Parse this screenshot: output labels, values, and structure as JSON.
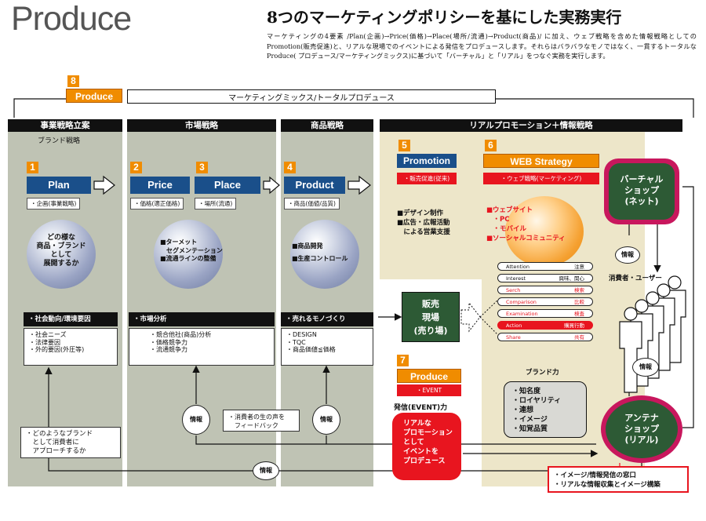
{
  "header": {
    "title": "Produce",
    "headline": "8つのマーケティングポリシーを基にした実務実行",
    "intro": "マーケティングの4要素 /Plan(企画)→Price(価格)→Place(場所/流通)→Product(商品)/ に加え、ウェブ戦略を含めた情報戦略としての Promotion(販売促進)と、リアルな現場でのイベントによる発信をプロデュースします。それらはバラバラなモノではなく、一貫するトータルな Produce( プロデュース/マーケティングミックス)に基づいて「バーチャル」と「リアル」をつなぐ実務を実行します。"
  },
  "produce_bar": {
    "number": "8",
    "label": "Produce",
    "text": "マーケティングミックス/トータルプロデュース"
  },
  "columns": {
    "business": "事業戦略立案",
    "market": "市場戦略",
    "product": "商品戦略",
    "promotion": "リアルプロモーション＋情報戦略"
  },
  "brand_strategy": "ブランド戦略",
  "steps": [
    {
      "number": "1",
      "label": "Plan",
      "tag": "・企画(事業戦略)"
    },
    {
      "number": "2",
      "label": "Price",
      "tag": "・価格(適正価格)"
    },
    {
      "number": "3",
      "label": "Place",
      "tag": "・場所(流通)"
    },
    {
      "number": "4",
      "label": "Product",
      "tag": "・商品(価値/品質)"
    }
  ],
  "spheres": {
    "plan": "どの様な\n商品・ブランド\nとして\n展開するか",
    "market": "■ターメット\n　セグメンテーション\n■流通ラインの整備",
    "product": "■商品開発\n■生産コントロール"
  },
  "analysis": [
    {
      "head": "・社会動向/環境要因",
      "body": "・社会ニーズ\n・法律要因\n・外的要因(外圧等)"
    },
    {
      "head": "・市場分析",
      "body": "・競合他社(商品)分析\n・価格競争力\n・流通競争力"
    },
    {
      "head": "・売れるモノづくり",
      "body": "・DESIGN\n・TQC\n・商品価値≦価格"
    }
  ],
  "promotion": {
    "number": "5",
    "label": "Promotion",
    "tag": "・販売促進(従来)",
    "text": "■デザイン制作\n■広告・広報活動\n　による営業支援"
  },
  "web": {
    "number": "6",
    "label": "WEB Strategy",
    "tag": "・ウェブ戦略(マーケティング)",
    "text": "■ウェブサイト\n　・PC\n　・モバイル\n■ソーシャルコミュニティ"
  },
  "aisas": [
    {
      "en": "Attention",
      "ja": "注意",
      "highlight": false
    },
    {
      "en": "Interest",
      "ja": "興味、関心",
      "highlight": false
    },
    {
      "en": "Serch",
      "ja": "検索",
      "highlight": false
    },
    {
      "en": "Comparison",
      "ja": "比較",
      "highlight": false
    },
    {
      "en": "Examination",
      "ja": "検査",
      "highlight": false
    },
    {
      "en": "Action",
      "ja": "購買行動",
      "highlight": true
    },
    {
      "en": "Share",
      "ja": "共有",
      "highlight": false
    }
  ],
  "sales_floor": "販売\n現場\n(売り場)",
  "event": {
    "number": "7",
    "label": "Produce",
    "tag": "・EVENT",
    "caption": "発信(EVENT)力",
    "text": "リアルな\nプロモーション\nとして\nイベントを\nプロデュース"
  },
  "brand_power": {
    "title": "ブランド力",
    "items": "・知名度\n・ロイヤリティ\n・連想\n・イメージ\n・知覚品質"
  },
  "virtual_shop": "バーチャル\nショップ\n(ネット)",
  "antenna_shop": "アンテナ\nショップ\n(リアル)",
  "consumers": "消費者・ユーザー",
  "info_label": "情報",
  "feedback": "・消費者の生の声を\n　フィードバック",
  "brand_approach": "・どのようなブランド\n　として消費者に\n　アプローチするか",
  "window": "・イメージ/情報発信の窓口\n・リアルな情報収集とイメージ構築",
  "colors": {
    "orange": "#f08c00",
    "blue": "#1a4f8a",
    "red": "#e8151f",
    "green": "#2d5a35",
    "panel": "#bfc3b4",
    "beige": "#ede6c9"
  }
}
